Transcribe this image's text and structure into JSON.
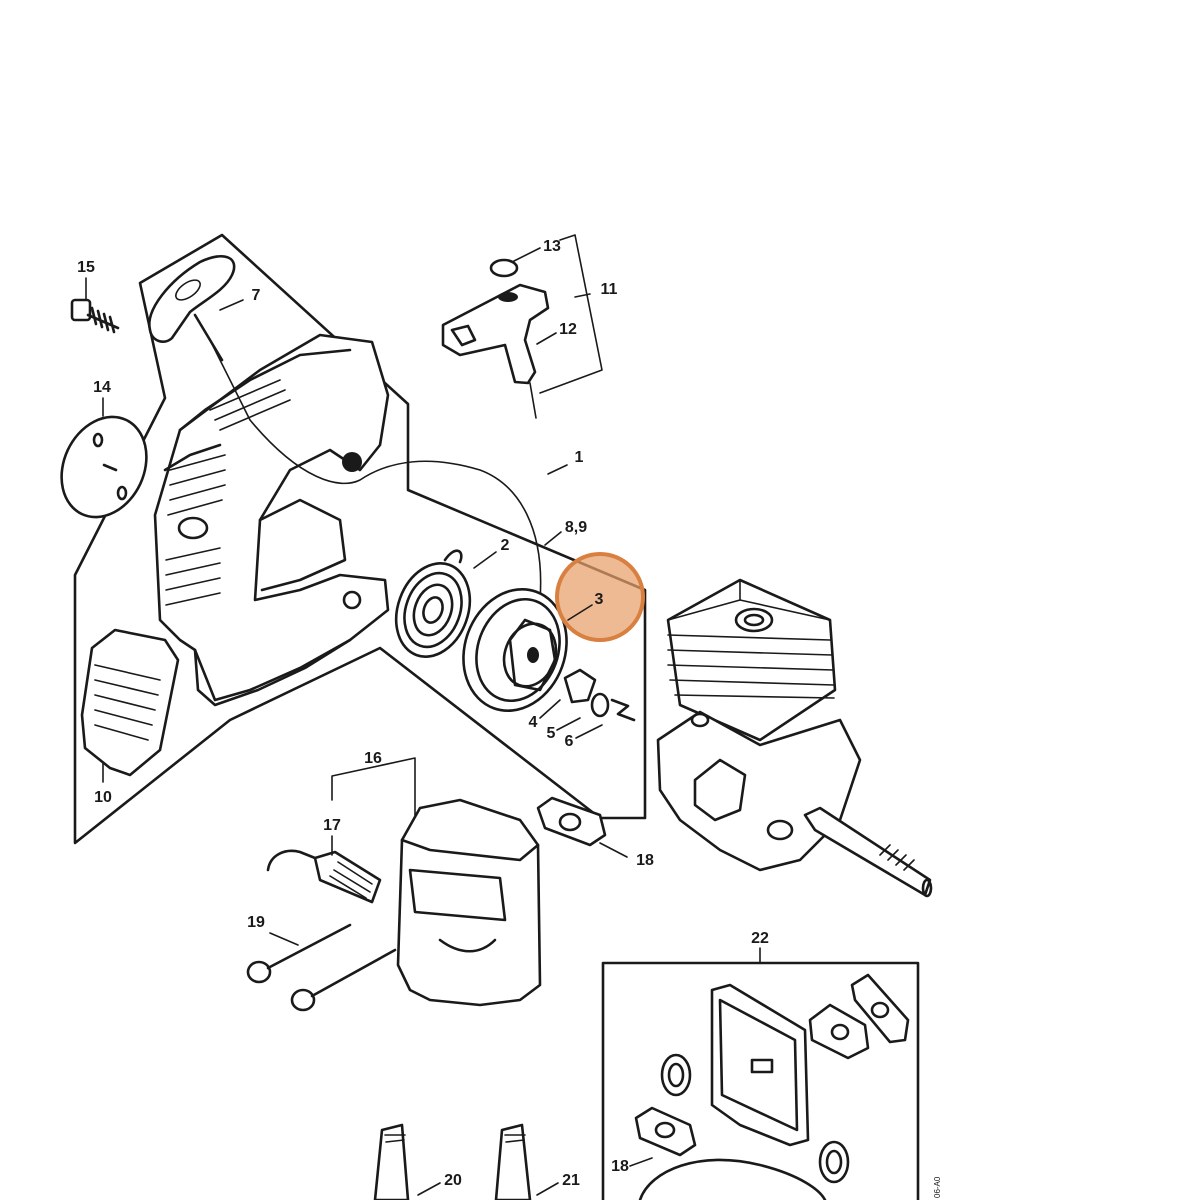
{
  "diagram": {
    "labels": {
      "p1": "1",
      "p2": "2",
      "p3": "3",
      "p4": "4",
      "p5": "5",
      "p6": "6",
      "p7": "7",
      "p89": "8,9",
      "p10": "10",
      "p11": "11",
      "p12": "12",
      "p13": "13",
      "p14": "14",
      "p15": "15",
      "p16": "16",
      "p17": "17",
      "p18a": "18",
      "p18b": "18",
      "p19": "19",
      "p20": "20",
      "p21": "21",
      "p22": "22"
    },
    "drawing_code": "06-A0",
    "highlight": {
      "part": "3",
      "color": "#e8a06a"
    }
  }
}
